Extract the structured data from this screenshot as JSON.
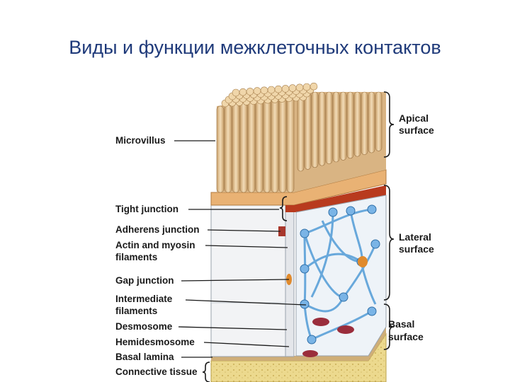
{
  "title": "Виды и функции межклеточных контактов",
  "labels_left": {
    "microvillus": "Microvillus",
    "tight_junction": "Tight junction",
    "adherens_junction": "Adherens junction",
    "actin_line1": "Actin and myosin",
    "actin_line2": "filaments",
    "gap_junction": "Gap junction",
    "intermediate_line1": "Intermediate",
    "intermediate_line2": "filaments",
    "desmosome": "Desmosome",
    "hemidesmosome": "Hemidesmosome",
    "basal_lamina": "Basal lamina",
    "connective_tissue": "Connective tissue"
  },
  "labels_right": {
    "apical_line1": "Apical",
    "apical_line2": "surface",
    "lateral_line1": "Lateral",
    "lateral_line2": "surface",
    "basal_line1": "Basal",
    "basal_line2": "surface"
  },
  "colors": {
    "title": "#1f3a7a",
    "microvilli": "#e6c79a",
    "cell_face": "#f2f3f5",
    "tight_band": "#b83a1e",
    "filaments": "#5aa0d8",
    "desmosome": "#9a2d3c",
    "connective": "#e8d487"
  }
}
